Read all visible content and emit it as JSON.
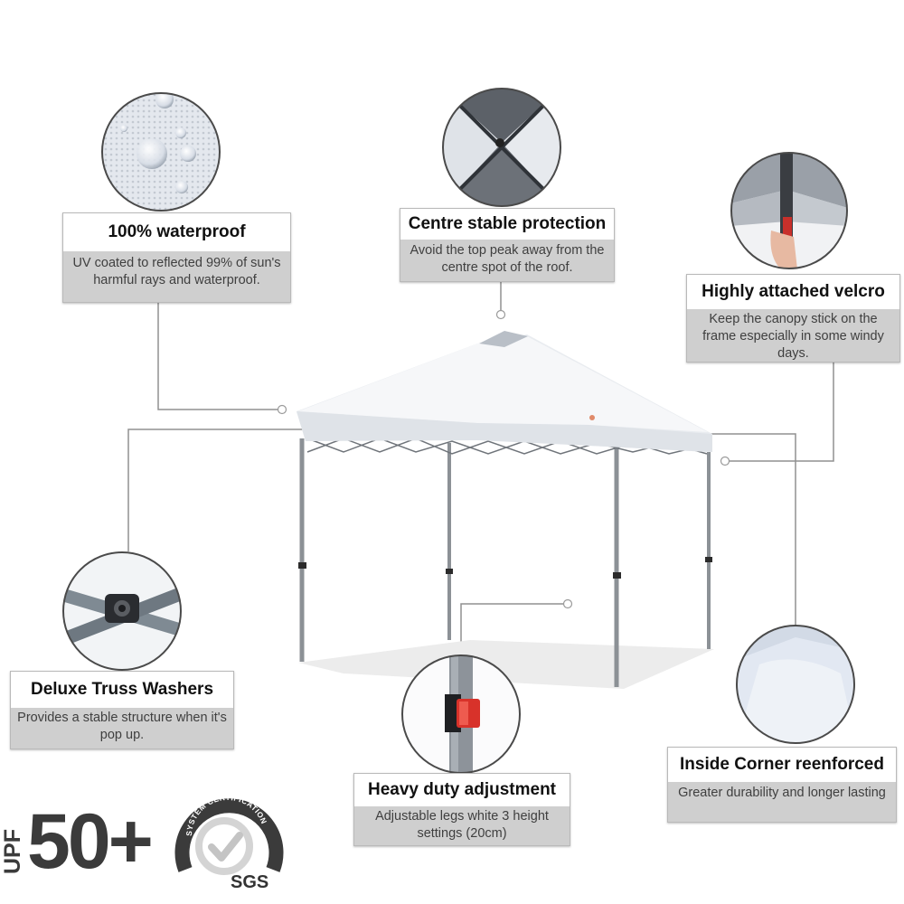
{
  "features": {
    "waterproof": {
      "title": "100% waterproof",
      "desc": "UV coated to reflected 99% of sun's harmful rays and waterproof."
    },
    "centre": {
      "title": "Centre stable protection",
      "desc": "Avoid the top peak away from the centre spot of the roof."
    },
    "velcro": {
      "title": "Highly attached velcro",
      "desc": "Keep the canopy stick on the frame especially in some windy days."
    },
    "truss": {
      "title": "Deluxe Truss Washers",
      "desc": "Provides a stable structure when it's pop up."
    },
    "adjust": {
      "title": "Heavy duty adjustment",
      "desc": "Adjustable legs white 3 height settings (20cm)"
    },
    "corner": {
      "title": "Inside Corner reenforced",
      "desc": "Greater durability and longer lasting"
    }
  },
  "badges": {
    "upf_prefix": "UPF",
    "upf_value": "50+",
    "cert_ring": "SYSTEM CERTIFICATION",
    "cert_name": "SGS"
  },
  "colors": {
    "card_body": "#cfcfcf",
    "canopy": "#eef0f3",
    "frame": "#8c9196",
    "accent_red": "#d8322a"
  },
  "icons": [
    "water-droplets-icon",
    "checkmark-seal-icon"
  ]
}
